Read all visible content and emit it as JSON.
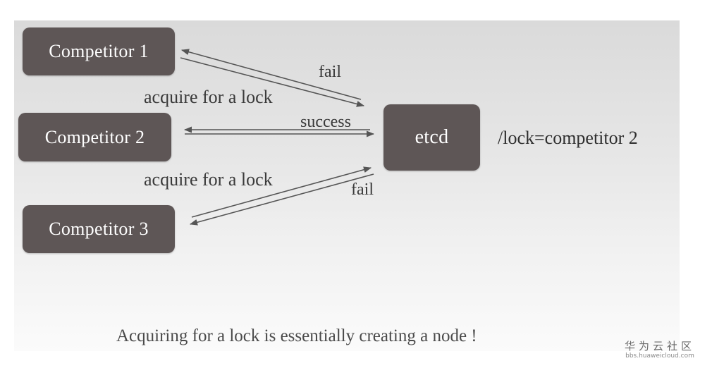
{
  "diagram": {
    "nodes": {
      "competitor1": "Competitor 1",
      "competitor2": "Competitor 2",
      "competitor3": "Competitor 3",
      "etcd": "etcd"
    },
    "edge_labels": {
      "acquire1": "acquire for a lock",
      "acquire3": "acquire for a lock",
      "fail1": "fail",
      "success": "success",
      "fail3": "fail"
    },
    "key_value": "/lock=competitor 2",
    "caption": "Acquiring for a lock is essentially creating a node !",
    "edges": [
      {
        "from": "Competitor 1",
        "to": "etcd",
        "label": "acquire for a lock"
      },
      {
        "from": "etcd",
        "to": "Competitor 1",
        "label": "fail"
      },
      {
        "from": "Competitor 2",
        "to": "etcd",
        "label": "acquire for a lock"
      },
      {
        "from": "etcd",
        "to": "Competitor 2",
        "label": "success"
      },
      {
        "from": "Competitor 3",
        "to": "etcd",
        "label": "acquire for a lock"
      },
      {
        "from": "etcd",
        "to": "Competitor 3",
        "label": "fail"
      }
    ]
  },
  "watermark": {
    "title": "华为云社区",
    "url": "bbs.huaweicloud.com"
  },
  "colors": {
    "box": "#5e5656",
    "arrow": "#555555",
    "text": "#3a3a3a"
  }
}
